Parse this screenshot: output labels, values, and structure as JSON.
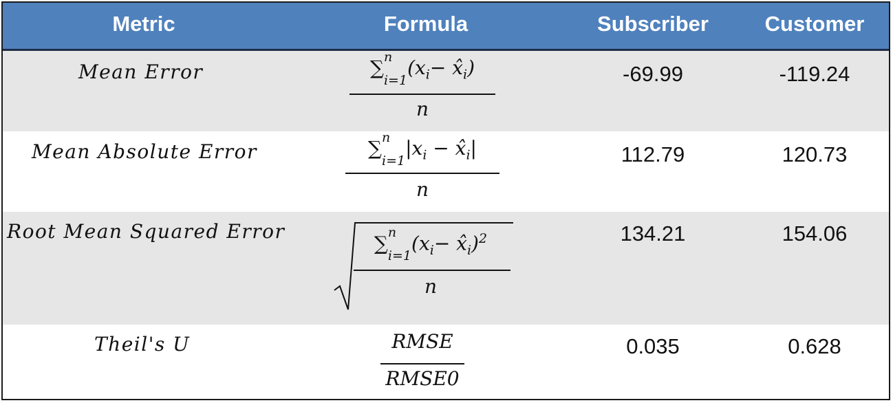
{
  "headers": {
    "metric": "Metric",
    "formula": "Formula",
    "subscriber": "Subscriber",
    "customer": "Customer"
  },
  "rows": [
    {
      "metric": "Mean Error",
      "formula_numerator": "∑ⁿᵢ₌₁(xᵢ− x̂ᵢ)",
      "formula_denominator": "n",
      "subscriber": "-69.99",
      "customer": "-119.24"
    },
    {
      "metric": "Mean Absolute Error",
      "formula_numerator": "∑ⁿᵢ₌₁|xᵢ −  x̂ᵢ|",
      "formula_denominator": "n",
      "subscriber": "112.79",
      "customer": "120.73"
    },
    {
      "metric": "Root Mean Squared Error",
      "formula_numerator": "∑ⁿᵢ₌₁(xᵢ− x̂ᵢ)²",
      "formula_denominator": "n",
      "subscriber": "134.21",
      "customer": "154.06"
    },
    {
      "metric": "Theil's U",
      "formula_numerator": "RMSE",
      "formula_denominator": "RMSE0",
      "subscriber": "0.035",
      "customer": "0.628"
    }
  ],
  "colors": {
    "header_bg": "#4f81bd",
    "header_text": "#ffffff",
    "shaded_row": "#e6e6e6",
    "plain_row": "#ffffff"
  }
}
